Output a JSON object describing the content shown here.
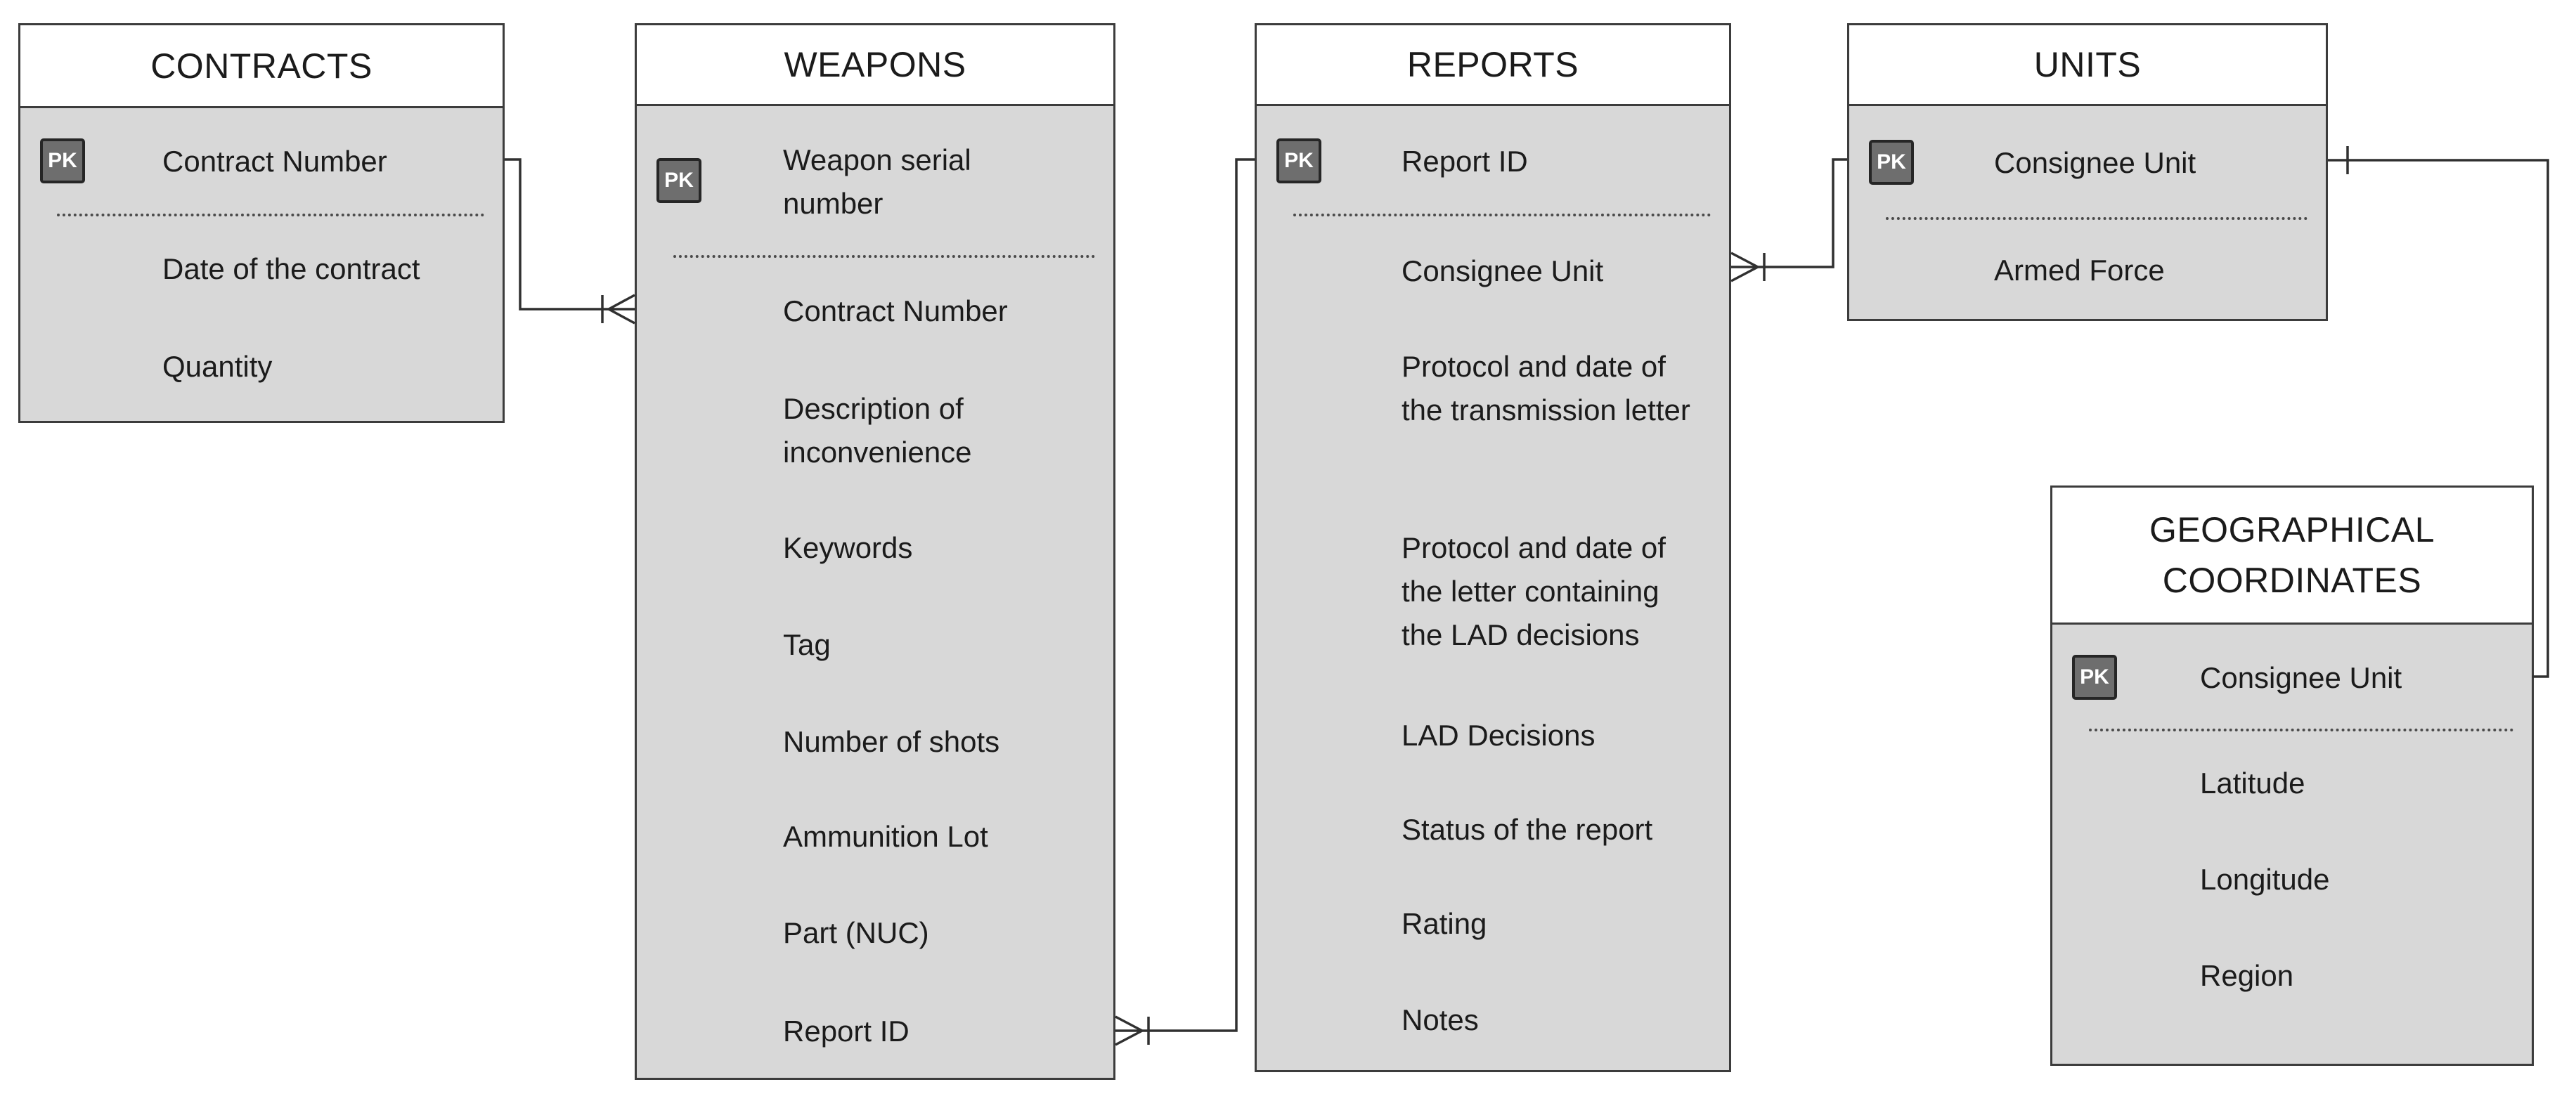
{
  "pk_label": "PK",
  "colors": {
    "table_body_fill": "#d8d8d8",
    "table_header_fill": "#ffffff",
    "border": "#3c3c3c",
    "pk_badge_fill": "#6e6e6e",
    "pk_badge_text": "#ffffff",
    "connector_line": "#303030",
    "text": "#1b1b1b"
  },
  "tables": {
    "contracts": {
      "title": "CONTRACTS",
      "pk_fields": [
        "Contract Number"
      ],
      "fields": [
        "Date of the contract",
        "Quantity"
      ]
    },
    "weapons": {
      "title": "WEAPONS",
      "pk_fields": [
        "Weapon serial number"
      ],
      "fields": [
        "Contract Number",
        "Description of inconvenience",
        "Keywords",
        "Tag",
        "Number of shots",
        "Ammunition Lot",
        "Part (NUC)",
        "Report ID"
      ]
    },
    "reports": {
      "title": "REPORTS",
      "pk_fields": [
        "Report ID"
      ],
      "fields": [
        "Consignee Unit",
        "Protocol and date of the transmission letter",
        "Protocol and date of the letter containing the LAD decisions",
        "LAD Decisions",
        "Status of the report",
        "Rating",
        "Notes"
      ]
    },
    "units": {
      "title": "UNITS",
      "pk_fields": [
        "Consignee Unit"
      ],
      "fields": [
        "Armed Force"
      ]
    },
    "geographical_coordinates": {
      "title": "GEOGRAPHICAL COORDINATES",
      "pk_fields": [
        "Consignee Unit"
      ],
      "fields": [
        "Latitude",
        "Longitude",
        "Region"
      ]
    }
  },
  "relationships": [
    {
      "from_table": "CONTRACTS",
      "from_field": "Contract Number",
      "from_marker": "plain",
      "to_table": "WEAPONS",
      "to_field": "Contract Number",
      "to_marker": "bar-and-crows-foot"
    },
    {
      "from_table": "REPORTS",
      "from_field": "Report ID",
      "from_marker": "plain",
      "to_table": "WEAPONS",
      "to_field": "Report ID",
      "to_marker": "bar-and-crows-foot"
    },
    {
      "from_table": "UNITS",
      "from_field": "Consignee Unit",
      "from_marker": "plain",
      "to_table": "REPORTS",
      "to_field": "Consignee Unit",
      "to_marker": "bar-and-crows-foot"
    },
    {
      "from_table": "UNITS",
      "from_field": "Consignee Unit",
      "from_marker": "bar",
      "to_table": "GEOGRAPHICAL COORDINATES",
      "to_field": "Consignee Unit",
      "to_marker": "plain"
    }
  ]
}
